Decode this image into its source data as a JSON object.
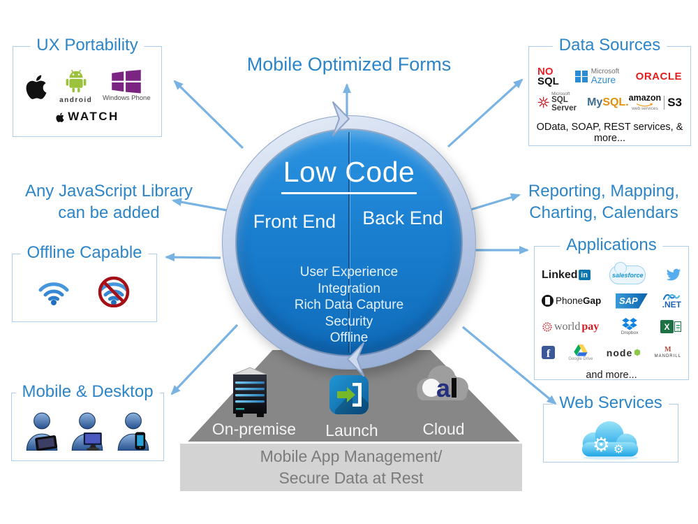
{
  "colors": {
    "accent_blue": "#2c85c8",
    "arrow_blue": "#79b3e4",
    "circle_blue": "#1b7fd0",
    "ring_silver_blue": "#c3d1ea",
    "platform_gray": "#878787",
    "base_gray": "#d3d3d3",
    "base_text_gray": "#7b7b7b"
  },
  "center": {
    "title": "Low Code",
    "front": "Front End",
    "back": "Back End",
    "features": [
      "User Experience",
      "Integration",
      "Rich Data Capture",
      "Security",
      "Offline"
    ]
  },
  "labels": {
    "mobile_optimized_forms": "Mobile Optimized Forms",
    "any_js_1": "Any JavaScript Library",
    "any_js_2": "can be added",
    "reporting_1": "Reporting, Mapping,",
    "reporting_2": "Charting, Calendars"
  },
  "ux": {
    "title": "UX Portability",
    "android": "android",
    "windows": "Windows Phone",
    "watch": "WATCH"
  },
  "data_sources": {
    "title": "Data Sources",
    "nosql_1": "NO",
    "nosql_2": "SQL",
    "ms": "Microsoft",
    "azure": "Azure",
    "oracle": "ORACLE",
    "sqlserver_ms": "Microsoft",
    "sqlserver": "SQL Server",
    "mysql_1": "My",
    "mysql_2": "SQL.",
    "amazon": "amazon",
    "aws_sub": "web services",
    "s3": "S3",
    "footer": "OData, SOAP, REST services, & more..."
  },
  "apps": {
    "title": "Applications",
    "linkedin": "Linked",
    "linkedin_in": "in",
    "salesforce": "salesforce",
    "phonegap_1": "Phone",
    "phonegap_2": "Gap",
    "sap": "SAP",
    "dotnet": ".NET",
    "worldpay_1": "world",
    "worldpay_2": "pay",
    "dropbox": "Dropbox",
    "excel_x": "X",
    "fb_f": "f",
    "gdrive": "Google Drive",
    "node": "node",
    "mandrill_m": "M",
    "mandrill": "MANDRILL",
    "more": "and more..."
  },
  "offline": {
    "title": "Offline Capable"
  },
  "mobile_desktop": {
    "title": "Mobile & Desktop"
  },
  "web_services": {
    "title": "Web Services",
    "gear_big": "⚙",
    "gear_small": "⚙"
  },
  "platform": {
    "on_premise": "On-premise",
    "launch": "Launch",
    "cloud": "Cloud",
    "alpha": "a",
    "base_1": "Mobile App Management/",
    "base_2": "Secure Data at Rest"
  }
}
